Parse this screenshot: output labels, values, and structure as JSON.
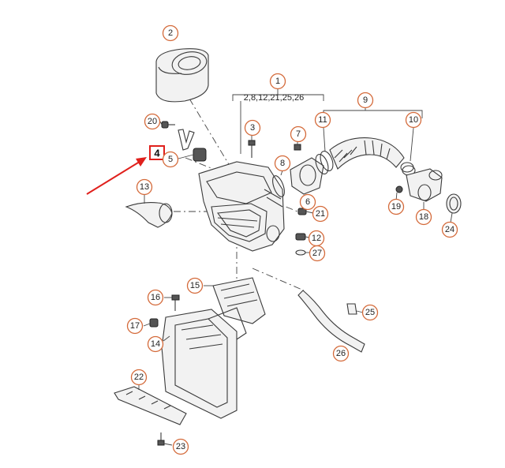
{
  "diagram": {
    "group_label": "2,8,12,21,25,26",
    "highlight_color": "#e0201c",
    "callout_color": "#d46a3a",
    "callouts": [
      {
        "id": "c2",
        "label": "2"
      },
      {
        "id": "c1",
        "label": "1"
      },
      {
        "id": "c9",
        "label": "9"
      },
      {
        "id": "c20",
        "label": "20"
      },
      {
        "id": "c3",
        "label": "3"
      },
      {
        "id": "c7",
        "label": "7"
      },
      {
        "id": "c11",
        "label": "11"
      },
      {
        "id": "c10",
        "label": "10"
      },
      {
        "id": "c5",
        "label": "5"
      },
      {
        "id": "c8",
        "label": "8"
      },
      {
        "id": "c13",
        "label": "13"
      },
      {
        "id": "c6",
        "label": "6"
      },
      {
        "id": "c21",
        "label": "21"
      },
      {
        "id": "c19",
        "label": "19"
      },
      {
        "id": "c18",
        "label": "18"
      },
      {
        "id": "c24",
        "label": "24"
      },
      {
        "id": "c12",
        "label": "12"
      },
      {
        "id": "c27",
        "label": "27"
      },
      {
        "id": "c15",
        "label": "15"
      },
      {
        "id": "c16",
        "label": "16"
      },
      {
        "id": "c25",
        "label": "25"
      },
      {
        "id": "c17",
        "label": "17"
      },
      {
        "id": "c14",
        "label": "14"
      },
      {
        "id": "c26",
        "label": "26"
      },
      {
        "id": "c22",
        "label": "22"
      },
      {
        "id": "c23",
        "label": "23"
      }
    ],
    "highlight": {
      "label": "4"
    }
  }
}
